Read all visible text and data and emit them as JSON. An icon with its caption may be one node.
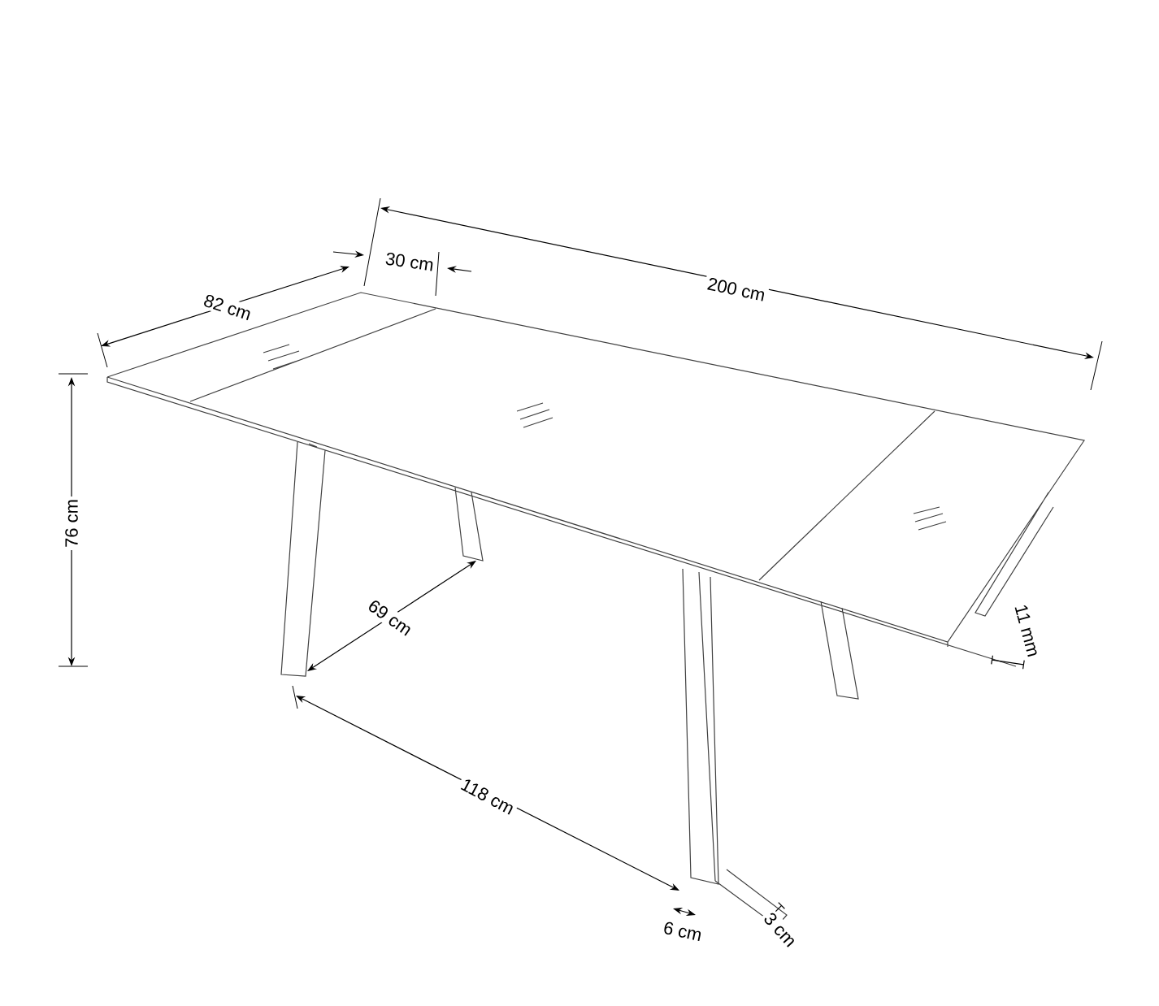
{
  "diagram": {
    "labels": [
      "30 cm",
      "200 cm",
      "82 cm",
      "76 cm",
      "69 cm",
      "118 cm",
      "11 mm",
      "6 cm",
      "3 cm"
    ]
  }
}
